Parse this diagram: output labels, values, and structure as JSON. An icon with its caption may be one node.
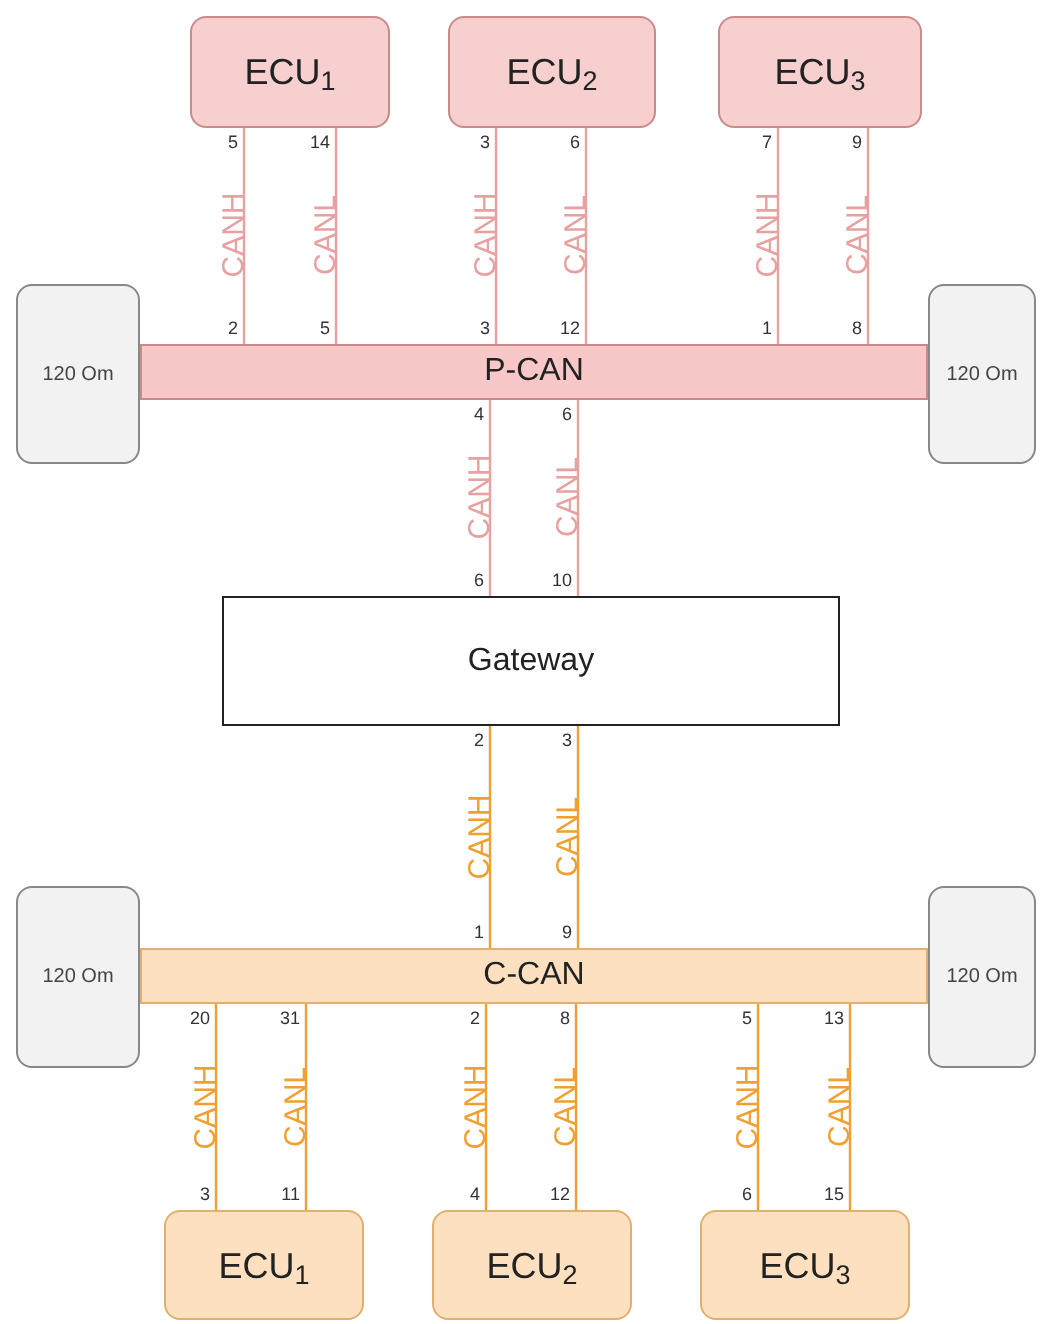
{
  "diagram": {
    "nodes": [
      {
        "text": [
          "ECU$_{1}$"
        ]
      },
      {
        "text": [
          "ECU$_{2}$"
        ]
      },
      {
        "text": [
          "ECU$_{3}$"
        ]
      },
      {
        "text": [
          "120 Om"
        ]
      },
      {
        "text": [
          "P-CAN"
        ]
      },
      {
        "text": [
          "120 Om"
        ]
      },
      {
        "text": [
          "Gateway"
        ]
      },
      {
        "text": [
          "120 Om"
        ]
      },
      {
        "text": [
          "C-CAN"
        ]
      },
      {
        "text": [
          "120 Om"
        ]
      },
      {
        "text": [
          "ECU$_{1}$"
        ]
      },
      {
        "text": [
          "ECU$_{2}$"
        ]
      },
      {
        "text": [
          "ECU$_{3}$"
        ]
      }
    ],
    "edges": [
      {
        "from": 0,
        "to": 4,
        "arrow": "none",
        "label": "CANH",
        "color": "#e8a0a0"
      },
      {
        "from": 0,
        "to": 4,
        "arrow": "none",
        "label": "CANL",
        "color": "#e8a0a0"
      },
      {
        "from": 1,
        "to": 4,
        "arrow": "none",
        "label": "CANH",
        "color": "#e8a0a0"
      },
      {
        "from": 1,
        "to": 4,
        "arrow": "none",
        "label": "CANL",
        "color": "#e8a0a0"
      },
      {
        "from": 2,
        "to": 4,
        "arrow": "none",
        "label": "CANH",
        "color": "#e8a0a0"
      },
      {
        "from": 2,
        "to": 4,
        "arrow": "none",
        "label": "CANL",
        "color": "#e8a0a0"
      },
      {
        "from": 4,
        "to": 6,
        "arrow": "none",
        "label": "CANH",
        "color": "#e8a0a0"
      },
      {
        "from": 4,
        "to": 6,
        "arrow": "none",
        "label": "CANL",
        "color": "#e8a0a0"
      },
      {
        "from": 6,
        "to": 8,
        "arrow": "none",
        "label": "CANH",
        "color": "#f0a030"
      },
      {
        "from": 6,
        "to": 8,
        "arrow": "none",
        "label": "CANL",
        "color": "#f0a030"
      },
      {
        "from": 8,
        "to": 10,
        "arrow": "none",
        "label": "CANH",
        "color": "#f0a030"
      },
      {
        "from": 8,
        "to": 10,
        "arrow": "none",
        "label": "CANL",
        "color": "#f0a030"
      },
      {
        "from": 8,
        "to": 11,
        "arrow": "none",
        "label": "CANH",
        "color": "#f0a030"
      },
      {
        "from": 8,
        "to": 11,
        "arrow": "none",
        "label": "CANL",
        "color": "#f0a030"
      },
      {
        "from": 8,
        "to": 12,
        "arrow": "none",
        "label": "CANH",
        "color": "#f0a030"
      },
      {
        "from": 8,
        "to": 12,
        "arrow": "none",
        "label": "CANL",
        "color": "#f0a030"
      }
    ],
    "labels": [
      "5",
      "14",
      "3",
      "6",
      "7",
      "9",
      "2",
      "5",
      "3",
      "12",
      "1",
      "8",
      "4",
      "6",
      "6",
      "10",
      "2",
      "3",
      "1",
      "9",
      "20",
      "31",
      "2",
      "8",
      "5",
      "13",
      "3",
      "11",
      "4",
      "12",
      "6",
      "15"
    ]
  }
}
